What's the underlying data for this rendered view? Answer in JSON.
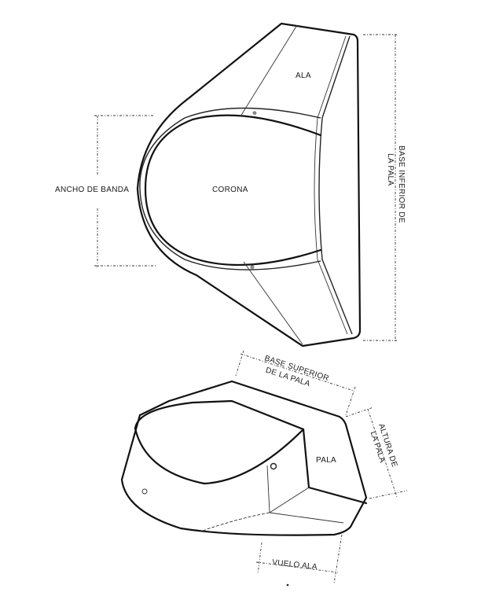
{
  "top_view": {
    "labels": {
      "ala": "ALA",
      "corona": "CORONA",
      "ancho_de_banda": "ANCHO DE BANDA",
      "base_inferior_line1": "BASE INFERIOR DE",
      "base_inferior_line2": "LA PALA"
    }
  },
  "iso_view": {
    "labels": {
      "base_superior_line1": "BASE SUPERIOR",
      "base_superior_line2": "DE LA PALA",
      "altura_line1": "ALTURA DE",
      "altura_line2": "LA PALA",
      "pala": "PALA",
      "vuelo_ala": "VUELO ALA"
    }
  },
  "colors": {
    "line": "#111111",
    "background": "#ffffff"
  }
}
